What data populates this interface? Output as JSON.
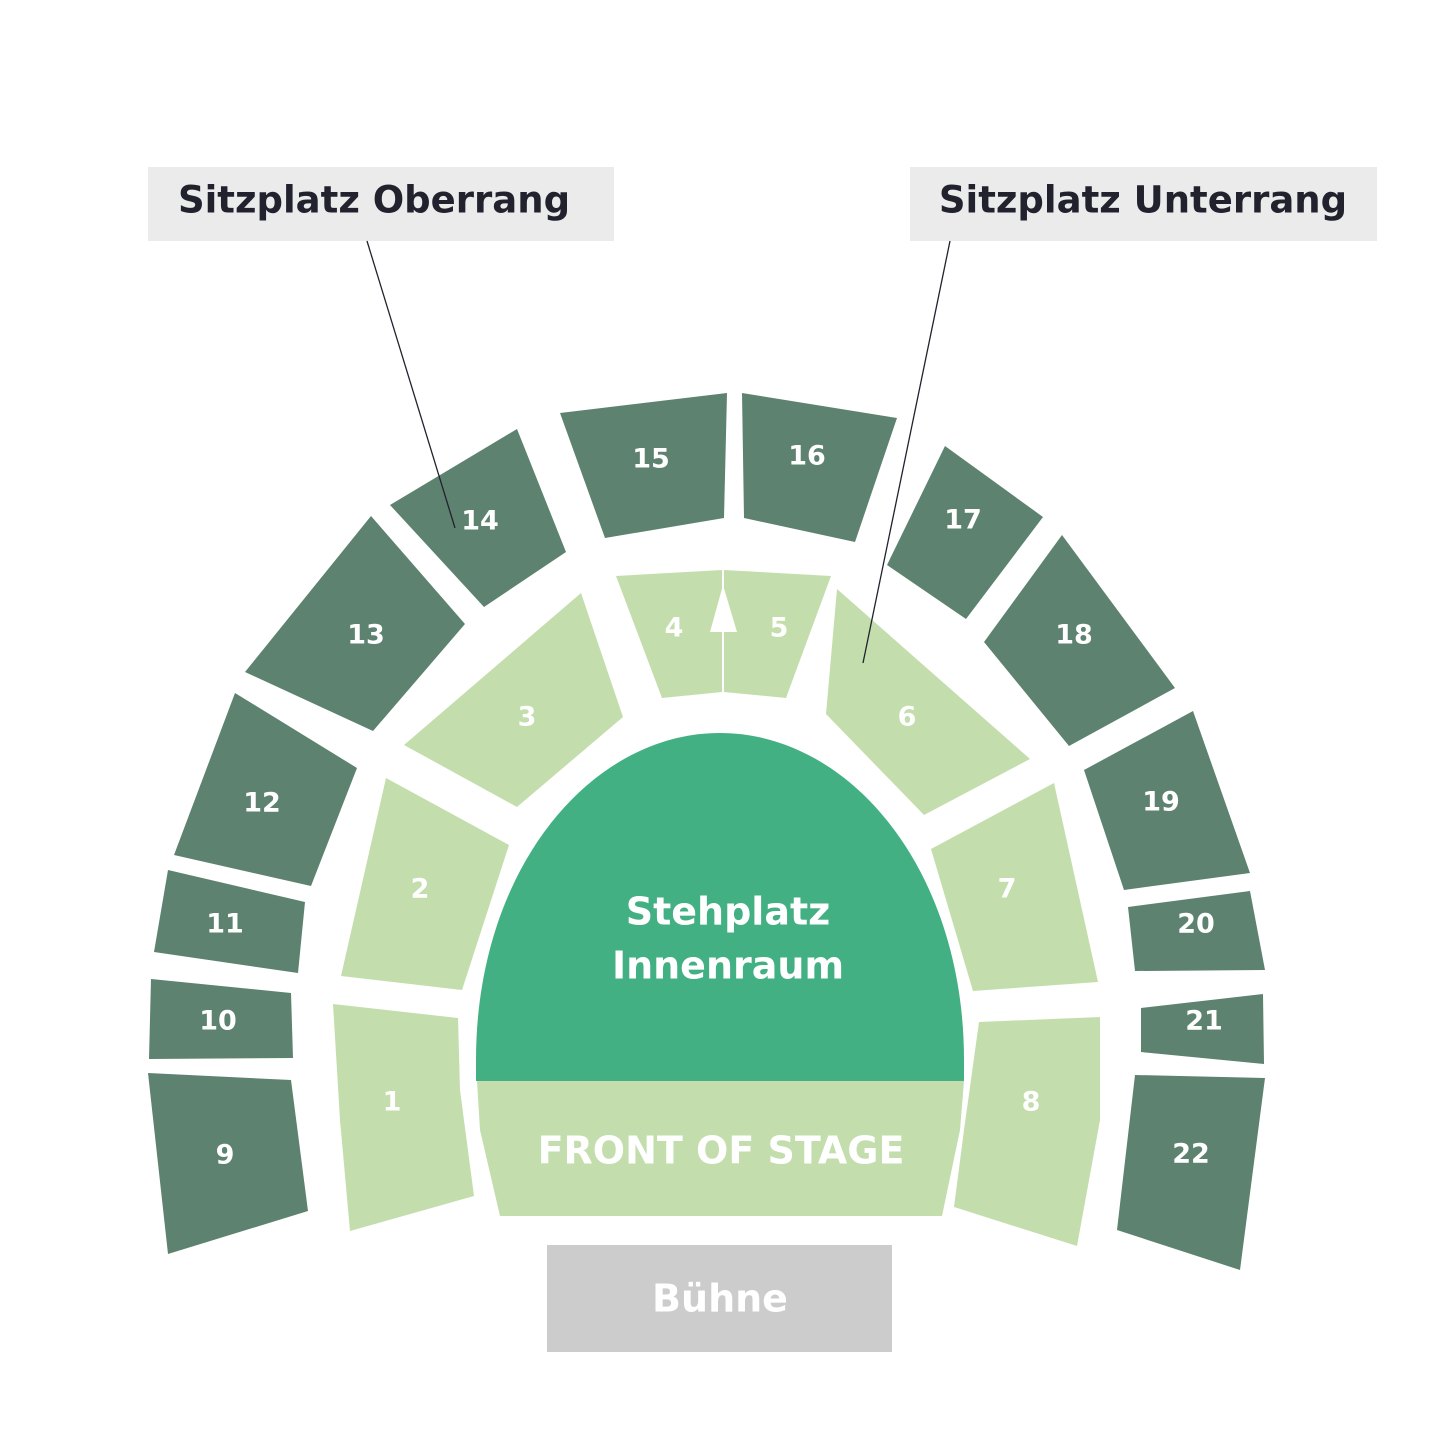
{
  "labels": {
    "upper": "Sitzplatz Oberrang",
    "lower": "Sitzplatz Unterrang"
  },
  "standing": {
    "line1": "Stehplatz",
    "line2": "Innenraum"
  },
  "front_of_stage": "FRONT OF STAGE",
  "stage": "Bühne",
  "colors": {
    "upper": "#5E8270",
    "lower": "#C3DEAC",
    "standing": "#42B083",
    "stage": "#CCCCCC",
    "label_bg": "#EBEBEB"
  },
  "sections": {
    "s1": "1",
    "s2": "2",
    "s3": "3",
    "s4": "4",
    "s5": "5",
    "s6": "6",
    "s7": "7",
    "s8": "8",
    "s9": "9",
    "s10": "10",
    "s11": "11",
    "s12": "12",
    "s13": "13",
    "s14": "14",
    "s15": "15",
    "s16": "16",
    "s17": "17",
    "s18": "18",
    "s19": "19",
    "s20": "20",
    "s21": "21",
    "s22": "22"
  }
}
